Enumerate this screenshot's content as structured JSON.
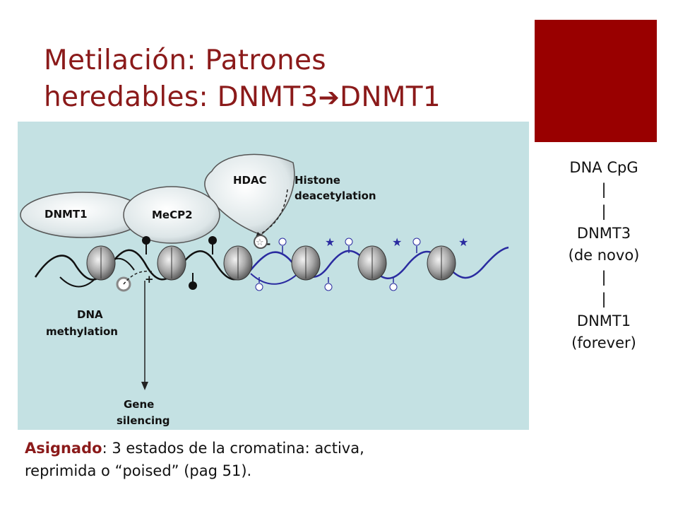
{
  "title": {
    "line1": "Metilación: Patrones",
    "line2_prefix": "heredables: DNMT3",
    "arrow": "➔",
    "line2_suffix": "DNMT1"
  },
  "side_panel": {
    "accent_color": "#990000",
    "lines": [
      "DNA CpG",
      "|",
      "|",
      "DNMT3",
      "(de novo)",
      "|",
      "|",
      "DNMT1",
      "(forever)"
    ]
  },
  "figure": {
    "background_color": "#c4e1e3",
    "labels": {
      "dnmt1": "DNMT1",
      "mecp2": "MeCP2",
      "hdac": "HDAC",
      "histone_1": "Histone",
      "histone_2": "deacetylation",
      "minus": "-",
      "plus": "+",
      "dna_1": "DNA",
      "dna_2": "methylation",
      "gene_1": "Gene",
      "gene_2": "silencing"
    }
  },
  "caption": {
    "bold": "Asignado",
    "text_1": ": 3 estados de la cromatina: activa,",
    "text_2": "reprimida o “poised” (pag 51)."
  }
}
